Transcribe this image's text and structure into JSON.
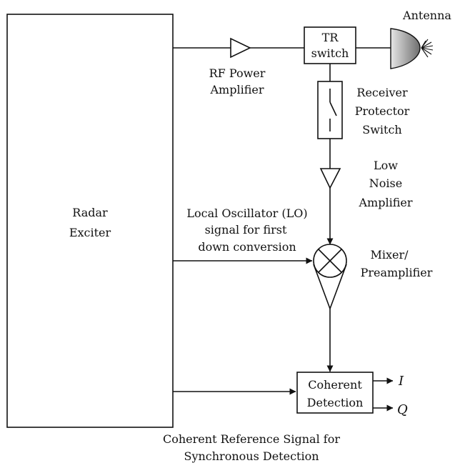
{
  "blocks": {
    "radar_exciter": [
      "Radar",
      "Exciter"
    ],
    "tr_switch": [
      "TR",
      "switch"
    ],
    "coherent_detection": [
      "Coherent",
      "Detection"
    ]
  },
  "labels": {
    "antenna": "Antenna",
    "rf_power_amplifier": [
      "RF Power",
      "Amplifier"
    ],
    "receiver_protector_switch": [
      "Receiver",
      "Protector",
      "Switch"
    ],
    "low_noise_amplifier": [
      "Low",
      "Noise",
      "Amplifier"
    ],
    "local_oscillator": [
      "Local Oscillator (LO)",
      "signal for first",
      "down conversion"
    ],
    "mixer_preamplifier": [
      "Mixer/",
      "Preamplifier"
    ],
    "output_i": "I",
    "output_q": "Q",
    "coherent_reference": [
      "Coherent Reference Signal for",
      "Synchronous Detection"
    ]
  },
  "colors": {
    "line": "#111111",
    "antenna_fill_light": "#e6e6e6",
    "antenna_fill_dark": "#6e6e6e"
  },
  "icons": {
    "antenna": "dish-antenna-icon",
    "amplifier": "triangle-amplifier-icon",
    "mixer": "circle-x-mixer-icon",
    "switch": "open-switch-icon"
  }
}
